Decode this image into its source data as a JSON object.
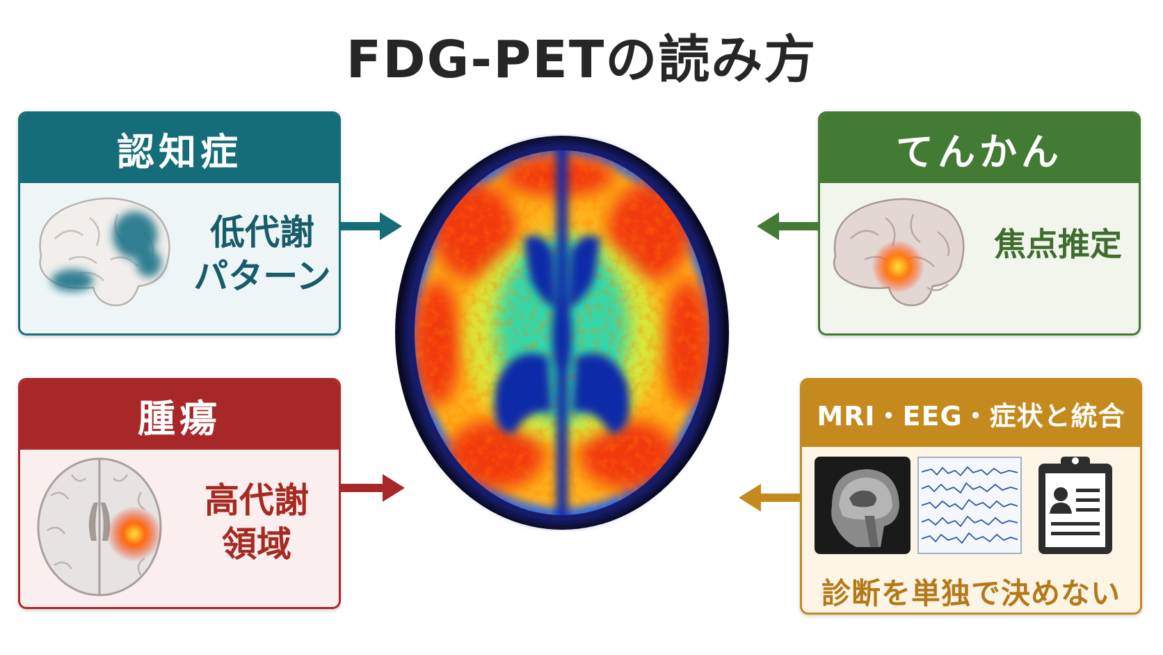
{
  "title": "FDG-PETの読み方",
  "panels": {
    "dementia": {
      "heading": "認知症",
      "line1": "低代謝",
      "line2": "パターン",
      "color": "#146d78"
    },
    "epilepsy": {
      "heading": "てんかん",
      "text": "焦点推定",
      "color": "#437a34"
    },
    "tumor": {
      "heading": "腫瘍",
      "line1": "高代謝",
      "line2": "領域",
      "color": "#a8282a"
    },
    "integrate": {
      "heading": "MRI・EEG・症状と統合",
      "text": "診断を単独で決めない",
      "color": "#c48a1d"
    }
  },
  "icons": {
    "center": "pet-brain-scan",
    "dementia": "brain-hypometabolism-icon",
    "epilepsy": "brain-focus-icon",
    "tumor": "brain-axial-tumor-icon",
    "integrate": [
      "mri-sagittal-icon",
      "eeg-trace-icon",
      "clipboard-patient-icon"
    ]
  }
}
